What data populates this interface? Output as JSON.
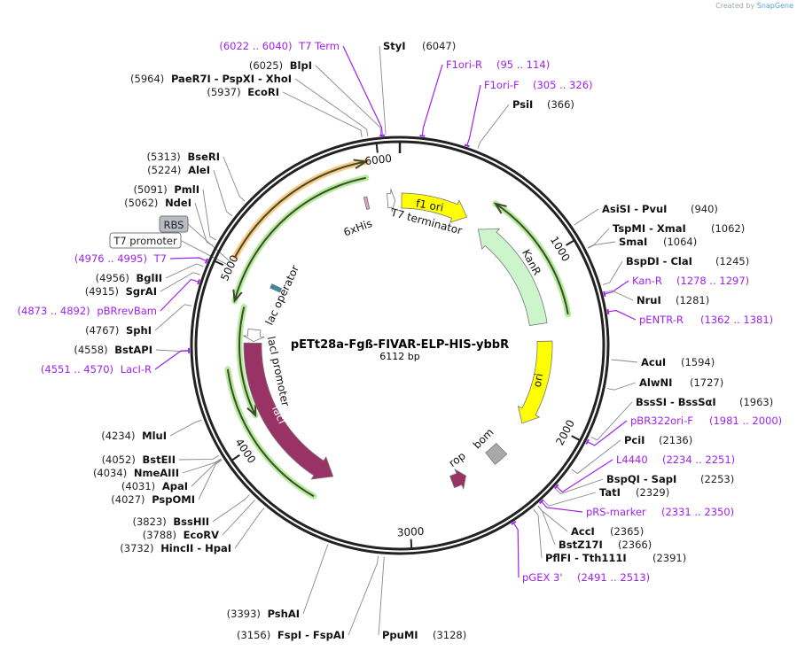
{
  "credit": {
    "prefix": "Created by",
    "brand": "SnapGene"
  },
  "plasmid": {
    "name": "pETt28a-Fgß-FIVAR-ELP-HIS-ybbR",
    "length_label": "6112 bp",
    "length": 6112
  },
  "ruler": [
    "1000",
    "2000",
    "3000",
    "4000",
    "5000",
    "6000"
  ],
  "sites": [
    {
      "type": "enzyme",
      "name": "StyI",
      "pos": "(6047)",
      "site": 6047
    },
    {
      "type": "primer",
      "name": "F1ori-R",
      "pos": "(95 .. 114)",
      "site": 104
    },
    {
      "type": "primer",
      "name": "F1ori-F",
      "pos": "(305 .. 326)",
      "site": 315
    },
    {
      "type": "enzyme",
      "name": "PsiI",
      "pos": "(366)",
      "site": 366
    },
    {
      "type": "enzyme",
      "name": "AsiSI  -  PvuI",
      "pos": "(940)",
      "site": 940
    },
    {
      "type": "enzyme",
      "name": "TspMI  -  XmaI",
      "pos": "(1062)",
      "site": 1062
    },
    {
      "type": "enzyme",
      "name": "SmaI",
      "pos": "(1064)",
      "site": 1064
    },
    {
      "type": "enzyme",
      "name": "BspDI  -  ClaI",
      "pos": "(1245)",
      "site": 1245
    },
    {
      "type": "primer",
      "name": "Kan-R",
      "pos": "(1278 .. 1297)",
      "site": 1288
    },
    {
      "type": "enzyme",
      "name": "NruI",
      "pos": "(1281)",
      "site": 1281
    },
    {
      "type": "primer",
      "name": "pENTR-R",
      "pos": "(1362 .. 1381)",
      "site": 1372
    },
    {
      "type": "enzyme",
      "name": "AcuI",
      "pos": "(1594)",
      "site": 1594
    },
    {
      "type": "enzyme",
      "name": "AlwNI",
      "pos": "(1727)",
      "site": 1727
    },
    {
      "type": "enzyme",
      "name": "BssSI  -  BssSαI",
      "pos": "(1963)",
      "site": 1963
    },
    {
      "type": "primer",
      "name": "pBR322ori-F",
      "pos": "(1981 .. 2000)",
      "site": 1990
    },
    {
      "type": "enzyme",
      "name": "PciI",
      "pos": "(2136)",
      "site": 2136
    },
    {
      "type": "primer",
      "name": "L4440",
      "pos": "(2234 .. 2251)",
      "site": 2242
    },
    {
      "type": "enzyme",
      "name": "BspQI  -  SapI",
      "pos": "(2253)",
      "site": 2253
    },
    {
      "type": "enzyme",
      "name": "TatI",
      "pos": "(2329)",
      "site": 2329
    },
    {
      "type": "primer",
      "name": "pRS-marker",
      "pos": "(2331 .. 2350)",
      "site": 2340
    },
    {
      "type": "enzyme",
      "name": "AccI",
      "pos": "(2365)",
      "site": 2365
    },
    {
      "type": "enzyme",
      "name": "BstZ17I",
      "pos": "(2366)",
      "site": 2366
    },
    {
      "type": "enzyme",
      "name": "PflFI  -  Tth111I",
      "pos": "(2391)",
      "site": 2391
    },
    {
      "type": "primer",
      "name": "pGEX 3'",
      "pos": "(2491 .. 2513)",
      "site": 2502
    },
    {
      "type": "enzyme",
      "name": "PpuMI",
      "pos": "(3128)",
      "site": 3128
    },
    {
      "type": "primer",
      "name": "T7 Term",
      "pos": "(6022 .. 6040)",
      "site": 6031
    },
    {
      "type": "enzyme",
      "name": "BlpI",
      "pos": "(6025)",
      "site": 6025
    },
    {
      "type": "enzyme",
      "name": "PaeR7I  -  PspXI  -  XhoI",
      "pos": "(5964)",
      "site": 5964
    },
    {
      "type": "enzyme",
      "name": "EcoRI",
      "pos": "(5937)",
      "site": 5937
    },
    {
      "type": "enzyme",
      "name": "BseRI",
      "pos": "(5313)",
      "site": 5313
    },
    {
      "type": "enzyme",
      "name": "AleI",
      "pos": "(5224)",
      "site": 5224
    },
    {
      "type": "enzyme",
      "name": "PmlI",
      "pos": "(5091)",
      "site": 5091
    },
    {
      "type": "enzyme",
      "name": "NdeI",
      "pos": "(5062)",
      "site": 5062
    },
    {
      "type": "primer",
      "name": "T7",
      "pos": "(4976 .. 4995)",
      "site": 4985
    },
    {
      "type": "enzyme",
      "name": "BglII",
      "pos": "(4956)",
      "site": 4956
    },
    {
      "type": "enzyme",
      "name": "SgrAI",
      "pos": "(4915)",
      "site": 4915
    },
    {
      "type": "primer",
      "name": "pBRrevBam",
      "pos": "(4873 .. 4892)",
      "site": 4882
    },
    {
      "type": "enzyme",
      "name": "SphI",
      "pos": "(4767)",
      "site": 4767
    },
    {
      "type": "enzyme",
      "name": "BstAPI",
      "pos": "(4558)",
      "site": 4558
    },
    {
      "type": "primer",
      "name": "LacI-R",
      "pos": "(4551 .. 4570)",
      "site": 4560
    },
    {
      "type": "enzyme",
      "name": "MluI",
      "pos": "(4234)",
      "site": 4234
    },
    {
      "type": "enzyme",
      "name": "BstEII",
      "pos": "(4052)",
      "site": 4052
    },
    {
      "type": "enzyme",
      "name": "NmeAIII",
      "pos": "(4034)",
      "site": 4034
    },
    {
      "type": "enzyme",
      "name": "ApaI",
      "pos": "(4031)",
      "site": 4031
    },
    {
      "type": "enzyme",
      "name": "PspOMI",
      "pos": "(4027)",
      "site": 4027
    },
    {
      "type": "enzyme",
      "name": "BssHII",
      "pos": "(3823)",
      "site": 3823
    },
    {
      "type": "enzyme",
      "name": "EcoRV",
      "pos": "(3788)",
      "site": 3788
    },
    {
      "type": "enzyme",
      "name": "HincII  -  HpaI",
      "pos": "(3732)",
      "site": 3732
    },
    {
      "type": "enzyme",
      "name": "PshAI",
      "pos": "(3393)",
      "site": 3393
    },
    {
      "type": "enzyme",
      "name": "FspI  -  FspAI",
      "pos": "(3156)",
      "site": 3156
    }
  ],
  "boxed_features": [
    {
      "name": "RBS",
      "site": 5030,
      "fill": "#b8bcc4"
    },
    {
      "name": "T7 promoter",
      "site": 5010,
      "fill": "#ffffff"
    }
  ],
  "features": [
    {
      "name": "f1 ori",
      "start": 12,
      "end": 467,
      "strand": 1,
      "color": "#ffff00"
    },
    {
      "name": "KanR",
      "start": 577,
      "end": 1380,
      "strand": -1,
      "color": "#ccf5cc"
    },
    {
      "name": "ori",
      "start": 1500,
      "end": 2080,
      "strand": 1,
      "color": "#ffff00"
    },
    {
      "name": "bom",
      "start": 2300,
      "end": 2400,
      "strand": 0,
      "color": "#a6a9ae"
    },
    {
      "name": "rop",
      "start": 2600,
      "end": 2700,
      "strand": -1,
      "color": "#993366"
    },
    {
      "name": "lacI",
      "start": 3514,
      "end": 4600,
      "strand": -1,
      "color": "#993366"
    },
    {
      "name": "lacI promoter",
      "start": 4610,
      "end": 4690,
      "strand": -1,
      "color": "#ffffff"
    },
    {
      "name": "lac operator",
      "start": 4990,
      "end": 5020,
      "strand": 0,
      "color": "#2f8fa0"
    },
    {
      "name": "6xHis",
      "start": 5880,
      "end": 5900,
      "strand": 0,
      "color": "#d8a0c0"
    },
    {
      "name": "T7 terminator",
      "start": 6030,
      "end": 6080,
      "strand": 1,
      "color": "#ffffff"
    }
  ],
  "outer_arcs": [
    {
      "start": 5066,
      "end": 5934,
      "strand": 1,
      "color": "#ffc070"
    },
    {
      "start": 4840,
      "end": 5918,
      "strand": -1,
      "color": "#a8e88a"
    },
    {
      "start": 4145,
      "end": 4820,
      "strand": -1,
      "color": "#a8e88a"
    },
    {
      "start": 3560,
      "end": 4450,
      "strand": 0,
      "color": "#a8e88a"
    },
    {
      "start": 577,
      "end": 1350,
      "strand": -1,
      "color": "#a8e88a"
    }
  ],
  "colors": {
    "primer": "#a020f0",
    "backbone": "#222222"
  }
}
